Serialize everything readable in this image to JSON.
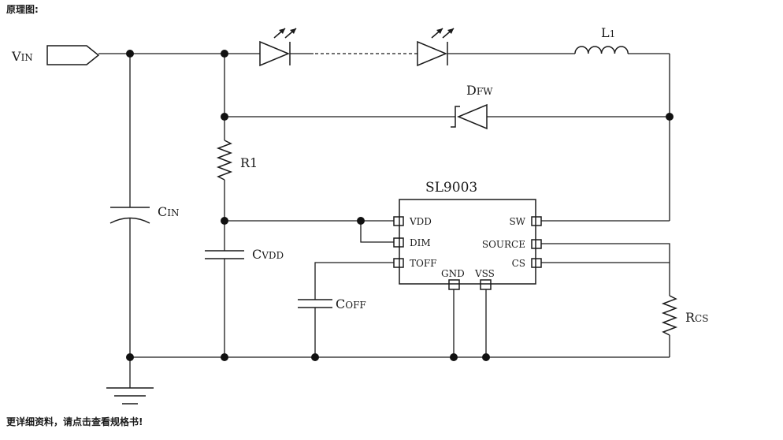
{
  "heading": "原理图:",
  "footer": "更详细资料，请点击查看规格书!",
  "schematic": {
    "chip": {
      "name": "SL9003",
      "pins": {
        "vdd": "VDD",
        "dim": "DIM",
        "toff": "TOFF",
        "sw": "SW",
        "source": "SOURCE",
        "cs": "CS",
        "gnd": "GND",
        "vss": "VSS"
      }
    },
    "labels": {
      "vin_main": "V",
      "vin_sub": "IN",
      "l1_main": "L",
      "l1_sub": "1",
      "dfw_main": "D",
      "dfw_sub": "FW",
      "r1": "R1",
      "cin_main": "C",
      "cin_sub": "IN",
      "cvdd_main": "C",
      "cvdd_sub": "VDD",
      "coff_main": "C",
      "coff_sub": "OFF",
      "rcs_main": "R",
      "rcs_sub": "CS"
    }
  }
}
